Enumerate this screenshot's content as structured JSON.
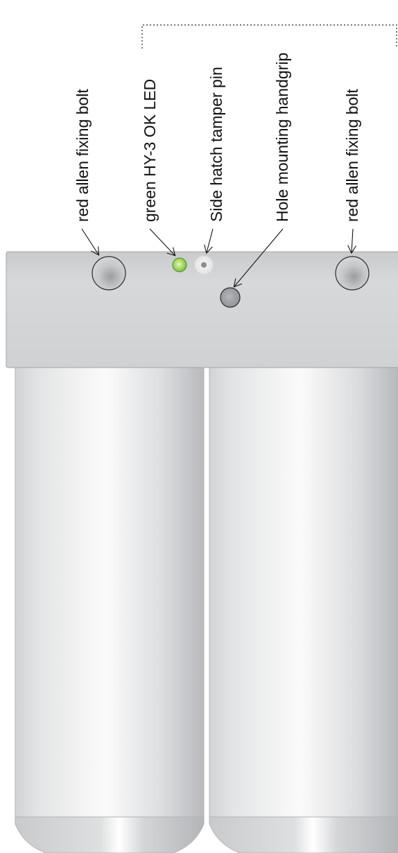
{
  "diagram": {
    "callouts": [
      {
        "id": "left-bolt",
        "text": "red allen fixing bolt"
      },
      {
        "id": "led",
        "text": "green HY-3 OK LED"
      },
      {
        "id": "tamper-pin",
        "text": "Side hatch tamper pin"
      },
      {
        "id": "handgrip",
        "text": "Hole mounting handgrip"
      },
      {
        "id": "right-bolt",
        "text": "red allen fixing bolt"
      }
    ],
    "colors": {
      "housing": "#d0d1d3",
      "housing_edge": "#a2a4a7",
      "cylinder_light": "#f6f6f7",
      "cylinder_dark": "#b9babd",
      "bolt": "#c4c5c7",
      "led": "#8ed14c",
      "tamper_pin": "#eeeeee",
      "handgrip": "#9d9ea1",
      "line": "#111111"
    }
  }
}
